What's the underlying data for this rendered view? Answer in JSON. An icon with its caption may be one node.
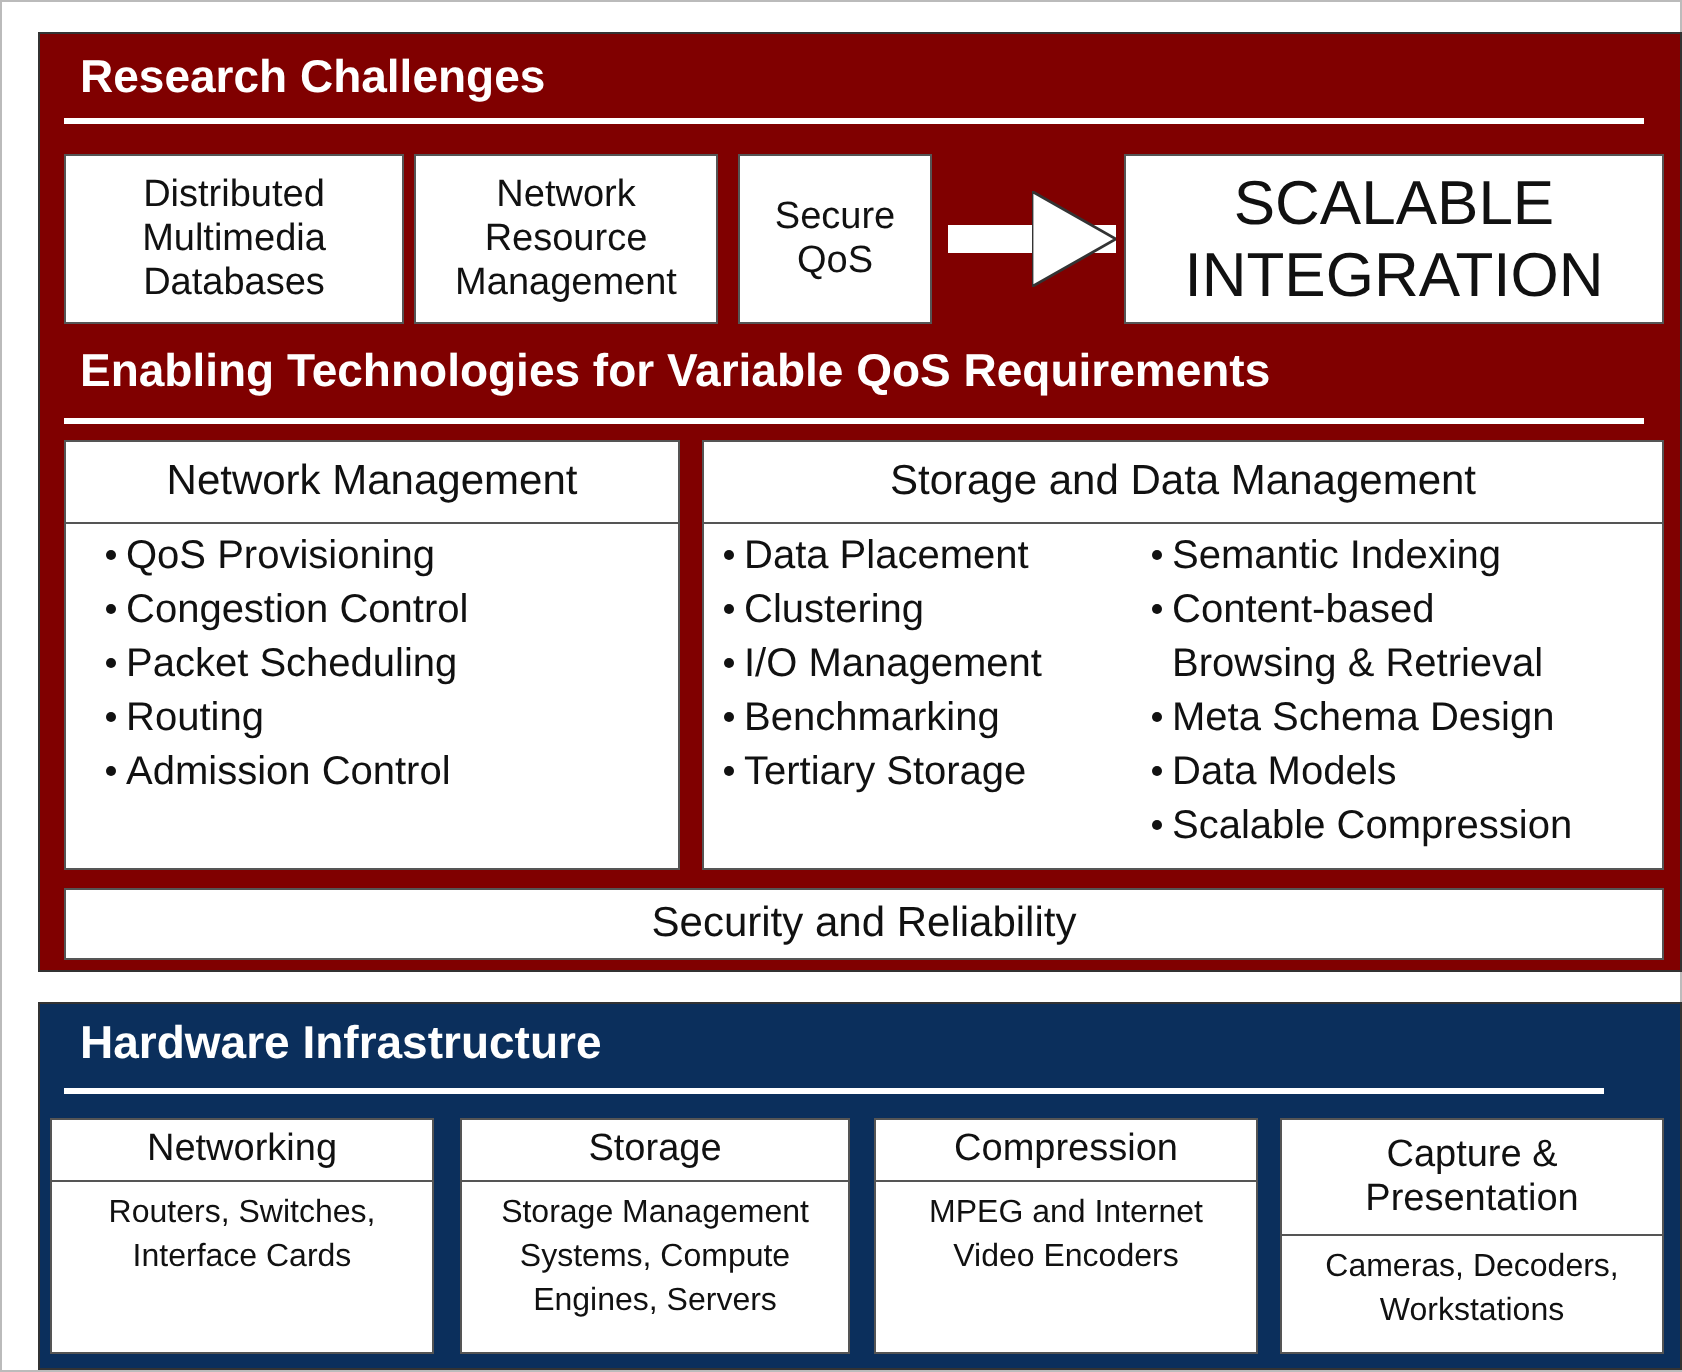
{
  "diagram": {
    "nodes": [
      {
        "text": [
          "Research Challenges",
          "Enabling Technologies for Variable QoS Requirements"
        ]
      },
      {
        "text": [
          "Distributed Multimedia Databases"
        ],
        "in": 0
      },
      {
        "text": [
          "Network Resource Management"
        ],
        "in": 0
      },
      {
        "text": [
          "Secure QoS"
        ],
        "in": 0
      },
      {
        "text": [
          "SCALABLE INTEGRATION"
        ],
        "in": 0
      },
      {
        "text": [
          "Network Management",
          "QoS Provisioning",
          "Congestion Control",
          "Packet Scheduling",
          "Routing",
          "Admission Control"
        ],
        "in": 0
      },
      {
        "text": [
          "Storage and Data Management",
          "Data Placement",
          "Clustering",
          "I/O Management",
          "Benchmarking",
          "Tertiary Storage",
          "Semantic Indexing",
          "Content-based Browsing & Retrieval",
          "Meta Schema Design",
          "Data Models",
          "Scalable Compression"
        ],
        "in": 0
      },
      {
        "text": [
          "Security and Reliability"
        ],
        "in": 0
      },
      {
        "text": [
          "Hardware Infrastructure"
        ]
      },
      {
        "text": [
          "Networking",
          "Routers, Switches, Interface Cards"
        ],
        "in": 8
      },
      {
        "text": [
          "Storage",
          "Storage Management Systems, Compute Engines, Servers"
        ],
        "in": 8
      },
      {
        "text": [
          "Compression",
          "MPEG and Internet Video Encoders"
        ],
        "in": 8
      },
      {
        "text": [
          "Capture & Presentation",
          "Cameras, Decoders, Workstations"
        ],
        "in": 8
      }
    ],
    "edges": [
      {
        "from": 3,
        "to": 4,
        "arrow": "to"
      }
    ]
  }
}
